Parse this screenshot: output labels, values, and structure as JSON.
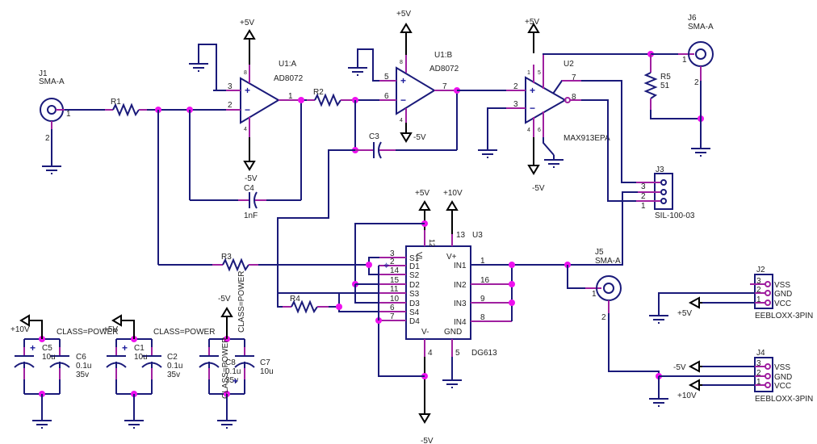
{
  "title": "Schematic - comparator / sample-hold circuit",
  "colors": {
    "wire": "#1a1a7a",
    "pin": "#a020a0",
    "junction": "#ee11ee",
    "power": "#000000",
    "background": "#ffffff"
  },
  "components": {
    "J1": {
      "ref": "J1",
      "value": "SMA-A",
      "pins": [
        "1",
        "2"
      ]
    },
    "J6": {
      "ref": "J6",
      "value": "SMA-A",
      "pins": [
        "1",
        "2"
      ]
    },
    "J5": {
      "ref": "J5",
      "value": "SMA-A",
      "pins": [
        "1",
        "2"
      ]
    },
    "R1": {
      "ref": "R1"
    },
    "R2": {
      "ref": "R2"
    },
    "R3": {
      "ref": "R3"
    },
    "R4": {
      "ref": "R4"
    },
    "R5": {
      "ref": "R5",
      "value": "51"
    },
    "C3": {
      "ref": "C3"
    },
    "C4": {
      "ref": "C4",
      "value": "1nF"
    },
    "U1A": {
      "ref": "U1:A",
      "value": "AD8072",
      "pins": {
        "plus": "3",
        "minus": "2",
        "out": "1",
        "vp": "8",
        "vn": "4"
      }
    },
    "U1B": {
      "ref": "U1:B",
      "value": "AD8072",
      "pins": {
        "plus": "5",
        "minus": "6",
        "out": "7",
        "vp": "8",
        "vn": "4"
      }
    },
    "U2": {
      "ref": "U2",
      "value": "MAX913EPA",
      "pins": {
        "plus": "2",
        "minus": "3",
        "q": "7",
        "qn": "8",
        "p1": "1",
        "p5": "5",
        "p4": "4",
        "p6": "6"
      }
    },
    "U3": {
      "ref": "U3",
      "value": "DG613",
      "left_pins": [
        {
          "num": "3",
          "name": "S1"
        },
        {
          "num": "2",
          "name": "D1"
        },
        {
          "num": "14",
          "name": "S2"
        },
        {
          "num": "15",
          "name": "D2"
        },
        {
          "num": "11",
          "name": "S3"
        },
        {
          "num": "10",
          "name": "D3"
        },
        {
          "num": "6",
          "name": "S4"
        },
        {
          "num": "7",
          "name": "D4"
        }
      ],
      "right_pins": [
        {
          "num": "1",
          "name": "IN1"
        },
        {
          "num": "16",
          "name": "IN2"
        },
        {
          "num": "9",
          "name": "IN3"
        },
        {
          "num": "8",
          "name": "IN4"
        }
      ],
      "top_pins": [
        {
          "num": "12",
          "name": "VL"
        },
        {
          "num": "13",
          "name": "V+"
        }
      ],
      "bottom_pins": [
        {
          "num": "4",
          "name": "V-"
        },
        {
          "num": "5",
          "name": "GND"
        }
      ]
    },
    "J3": {
      "ref": "J3",
      "value": "SIL-100-03",
      "pins": [
        "3",
        "2",
        "1"
      ]
    },
    "J2": {
      "ref": "J2",
      "value": "EEBLOXX-3PIN",
      "pins": [
        {
          "num": "3",
          "name": "VSS"
        },
        {
          "num": "2",
          "name": "GND"
        },
        {
          "num": "1",
          "name": "VCC"
        }
      ]
    },
    "J4": {
      "ref": "J4",
      "value": "EEBLOXX-3PIN",
      "pins": [
        {
          "num": "3",
          "name": "VSS"
        },
        {
          "num": "2",
          "name": "GND"
        },
        {
          "num": "1",
          "name": "VCC"
        }
      ]
    },
    "C5": {
      "ref": "C5",
      "value": "10u"
    },
    "C6": {
      "ref": "C6",
      "value": "0.1u",
      "rating": "35v"
    },
    "C1": {
      "ref": "C1",
      "value": "10u"
    },
    "C2": {
      "ref": "C2",
      "value": "0.1u",
      "rating": "35v"
    },
    "C7": {
      "ref": "C7",
      "value": "10u"
    },
    "C8": {
      "ref": "C8",
      "value": "0.1u",
      "rating": "35v"
    }
  },
  "power": {
    "p5": "+5V",
    "n5": "-5V",
    "p10": "+10V"
  },
  "class_label": "CLASS=POWER"
}
